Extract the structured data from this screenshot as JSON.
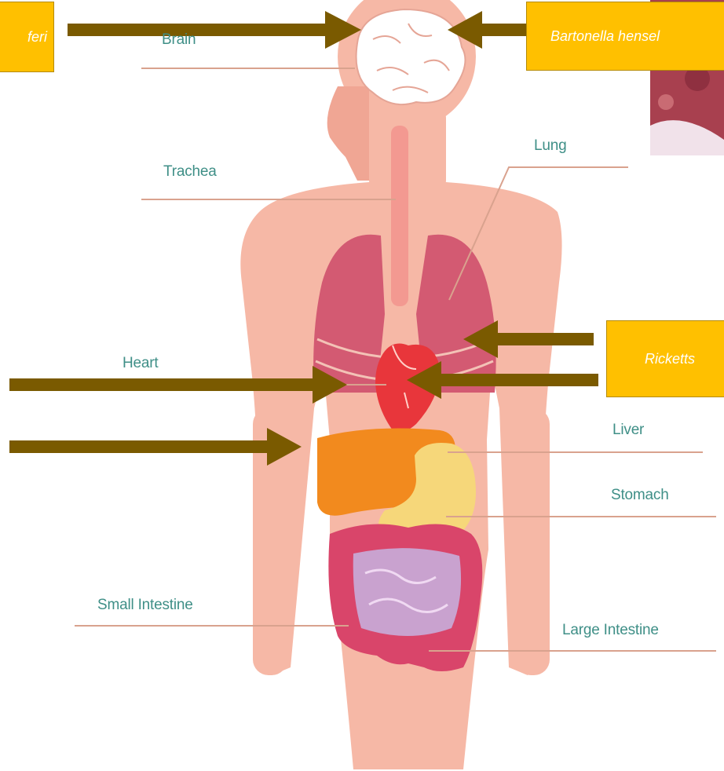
{
  "labels": {
    "brain": "Brain",
    "trachea": "Trachea",
    "lung": "Lung",
    "heart": "Heart",
    "liver": "Liver",
    "stomach": "Stomach",
    "small_intestine": "Small Intestine",
    "large_intestine": "Large Intestine"
  },
  "callouts": {
    "left_top": "feri",
    "right_top": "Bartonella hensel",
    "right_mid": "Ricketts"
  },
  "colors": {
    "callout_fill": "#ffc000",
    "arrow": "#7a5a00",
    "label_text": "#3f8f87",
    "leader_line": "#d9a28e",
    "body": "#f6b8a6",
    "lung": "#d35a72",
    "heart": "#e8363b",
    "liver": "#f28a1e",
    "stomach": "#f6d77a",
    "large_intestine": "#d9456a",
    "small_intestine": "#c9a2cf",
    "brain": "#ffffff"
  }
}
